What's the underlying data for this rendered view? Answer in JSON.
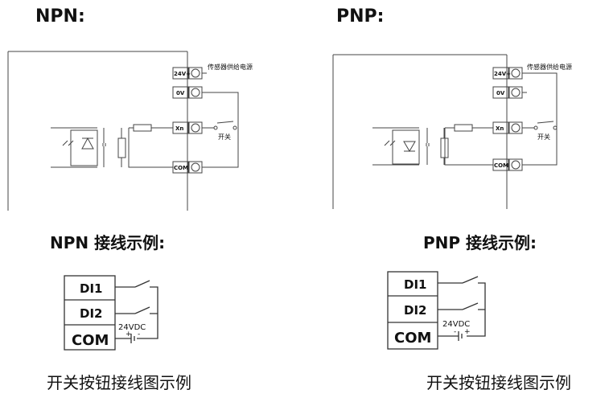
{
  "npn": {
    "heading": "NPN:",
    "terminals": {
      "v24": "24V+",
      "v0": "0V",
      "xn": "Xn",
      "com": "COM"
    },
    "sensor_power_label": "传感器供给电源",
    "switch_label": "开关",
    "wiring_title": "NPN 接线示例:",
    "buttons": {
      "di1": "DI1",
      "di2": "DI2",
      "com": "COM"
    },
    "supply_label": "24VDC",
    "supply_pos": "+",
    "supply_neg": "-",
    "caption": "开关按钮接线图示例"
  },
  "pnp": {
    "heading": "PNP:",
    "terminals": {
      "v24": "24V+",
      "v0": "0V",
      "xn": "Xn",
      "com": "COM"
    },
    "sensor_power_label": "传感器供给电源",
    "switch_label": "开关",
    "wiring_title": "PNP 接线示例:",
    "buttons": {
      "di1": "DI1",
      "di2": "DI2",
      "com": "COM"
    },
    "supply_label": "24VDC",
    "supply_pos": "+",
    "supply_neg": "-",
    "caption": "开关按钮接线图示例"
  }
}
